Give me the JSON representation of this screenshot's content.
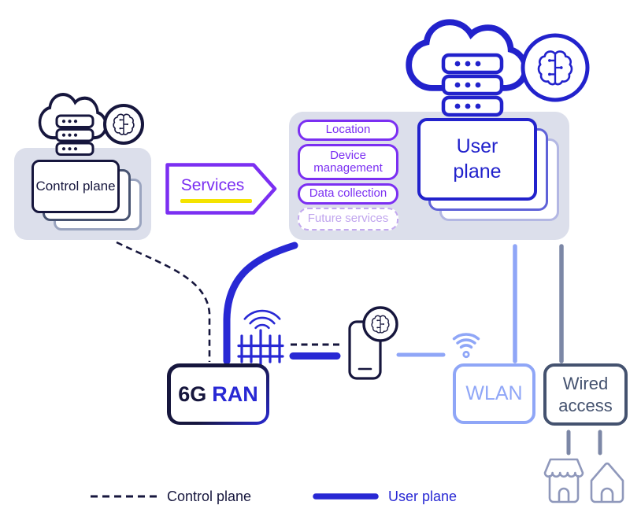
{
  "nodes": {
    "control_plane": {
      "label": "Control plane"
    },
    "services_arrow": {
      "label": "Services"
    },
    "service_chips": {
      "items": [
        "Location",
        "Device management",
        "Data collection",
        "Future services"
      ]
    },
    "user_plane": {
      "label": "User plane"
    },
    "ran": {
      "prefix": "6G",
      "name": "RAN"
    },
    "wlan": {
      "label": "WLAN"
    },
    "wired_access": {
      "label": "Wired access"
    }
  },
  "legend": {
    "control_label": "Control plane",
    "user_label": "User plane"
  },
  "icons": {
    "top_left": "cloud-servers-brain-icon",
    "top_right": "cloud-servers-brain-icon",
    "ran": "antenna-icon",
    "device": "smartphone-brain-icon",
    "wlan": "wifi-icon",
    "premises": [
      "store-icon",
      "house-icon"
    ]
  },
  "colors": {
    "navy": "#16163d",
    "blue": "#2828d4",
    "cloud_blue": "#2222cc",
    "light_blue": "#8fa6f7",
    "slate": "#44526f",
    "slate_line": "#7c87a6",
    "icon_slate": "#8f98bb",
    "purple": "#7b2ff2",
    "purple_light": "#c3a9ef",
    "yellow": "#f4e300",
    "panel_gray": "#dcdfeb"
  }
}
